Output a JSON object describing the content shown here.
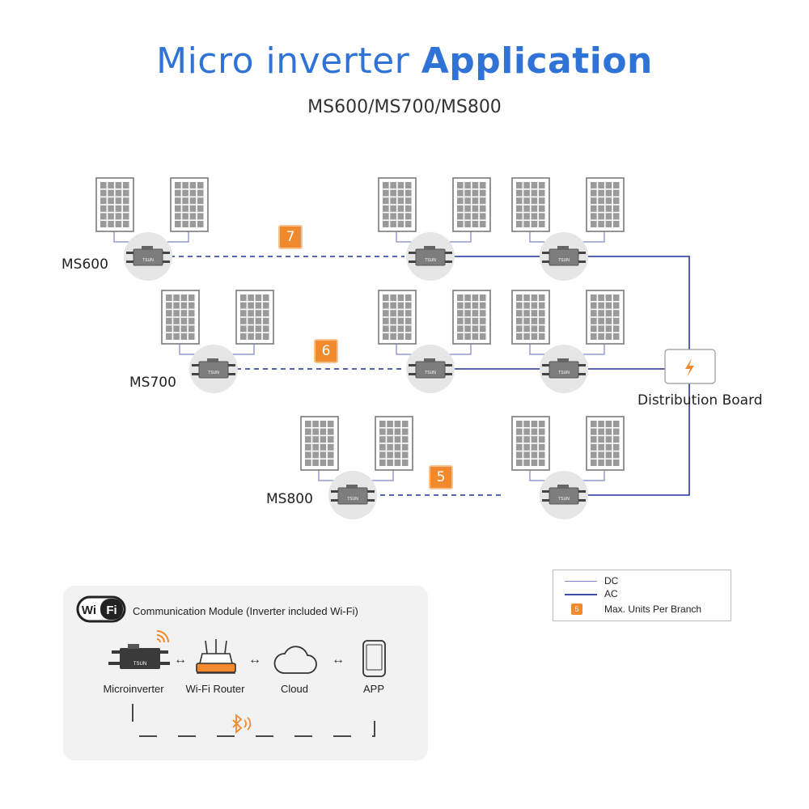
{
  "header": {
    "title_light": "Micro inverter ",
    "title_bold": "Application",
    "subtitle": "MS600/MS700/MS800"
  },
  "branches": [
    {
      "label": "MS600",
      "max_units": "7"
    },
    {
      "label": "MS700",
      "max_units": "6"
    },
    {
      "label": "MS800",
      "max_units": "5"
    }
  ],
  "distribution_board": {
    "label": "Distribution Board",
    "icon": "lightning-bolt-icon"
  },
  "inverter_brand": "TSUN",
  "legend": {
    "dc_label": "DC",
    "ac_label": "AC",
    "badge_value": "5",
    "badge_label": "Max. Units Per Branch"
  },
  "communication": {
    "wifi_logo_text": "WiFi",
    "title": "Communication Module (Inverter included Wi-Fi)",
    "items": [
      "Microinverter",
      "Wi-Fi Router",
      "Cloud",
      "APP"
    ],
    "connector": "↔"
  },
  "colors": {
    "accent_blue": "#2f73d6",
    "line_navy": "#3f4fa8",
    "badge_orange": "#f08a2c",
    "panel_gray": "#8c8c8c",
    "node_bg": "#e6e6e6"
  }
}
